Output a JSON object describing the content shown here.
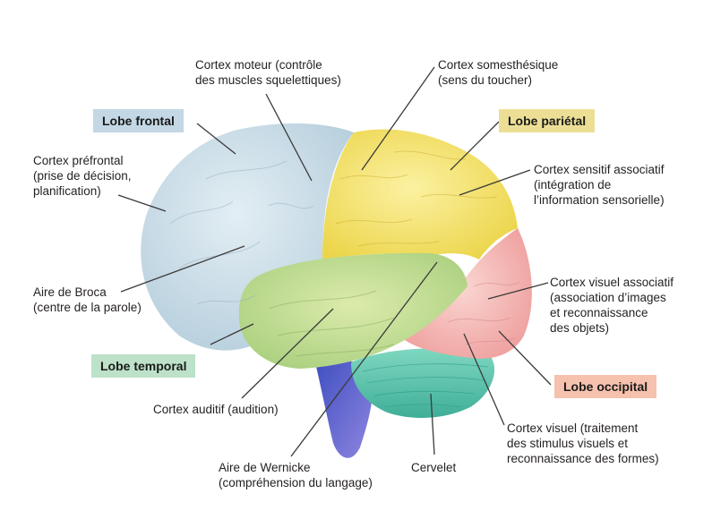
{
  "diagram": {
    "subject": "Vue latérale du cerveau",
    "colors": {
      "frontal": "#c9dde8",
      "parietal": "#f3e36a",
      "temporal": "#c6dc8f",
      "occipital": "#f4b9b6",
      "cerebellum": "#5ec4ad",
      "brainstem": "#4f63c8"
    },
    "lobes": {
      "frontal": "Lobe frontal",
      "parietal": "Lobe pariétal",
      "temporal": "Lobe temporal",
      "occipital": "Lobe occipital"
    },
    "labels": {
      "motor_cortex": "Cortex moteur (contrôle\ndes muscles squelettiques)",
      "somatosensory_cortex": "Cortex somesthésique\n(sens du toucher)",
      "prefrontal_cortex": "Cortex préfrontal\n(prise de décision,\nplanification)",
      "sensory_association_cortex": "Cortex sensitif associatif\n(intégration de\nl’information sensorielle)",
      "broca_area": "Aire de Broca\n(centre de la parole)",
      "visual_association_cortex": "Cortex visuel associatif\n(association d’images\net reconnaissance\ndes objets)",
      "auditory_cortex": "Cortex auditif (audition)",
      "visual_cortex": "Cortex visuel (traitement\ndes stimulus visuels et\nreconnaissance des formes)",
      "wernicke_area": "Aire de Wernicke\n(compréhension du langage)",
      "cerebellum": "Cervelet"
    }
  }
}
